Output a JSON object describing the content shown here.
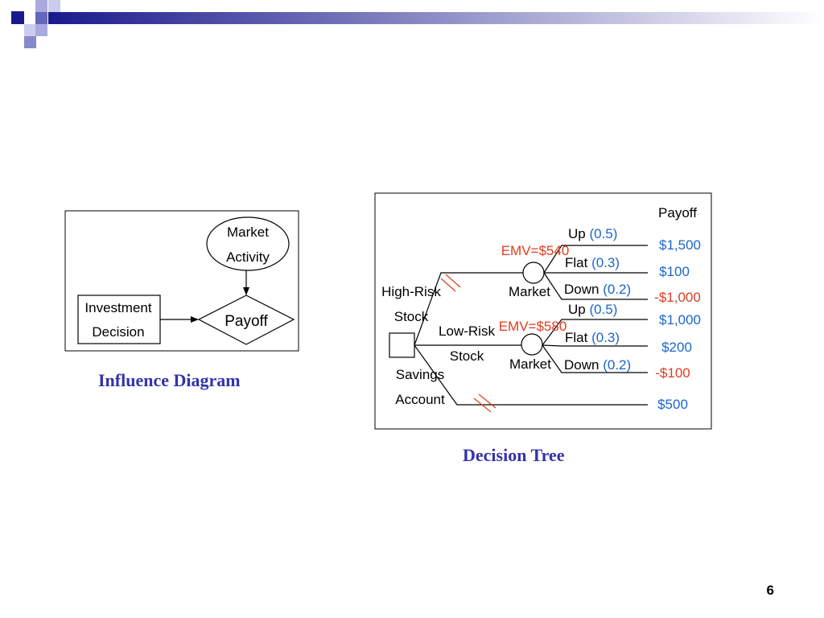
{
  "colors": {
    "header_dark": "#1a1a8c",
    "header_mid": "#6666bb",
    "header_light": "#aaaadd",
    "caption": "#3333aa",
    "probability": "#1a66cc",
    "emv": "#e03c1e",
    "payoff_positive": "#1a66cc",
    "payoff_negative": "#e03c1e"
  },
  "influence_diagram": {
    "caption": "Influence Diagram",
    "chance_node": [
      "Market",
      "Activity"
    ],
    "decision_node": [
      "Investment",
      "Decision"
    ],
    "value_node": "Payoff"
  },
  "decision_tree": {
    "caption": "Decision Tree",
    "payoff_header": "Payoff",
    "alternatives": {
      "high_risk": [
        "High-Risk",
        "Stock"
      ],
      "low_risk": [
        "Low-Risk",
        "Stock"
      ],
      "savings": [
        "Savings",
        "Account"
      ]
    },
    "market_label": "Market",
    "high_risk_branch": {
      "emv": "EMV=$540",
      "outcomes": [
        {
          "state": "Up",
          "prob": "(0.5)",
          "payoff": "$1,500",
          "sign": "positive"
        },
        {
          "state": "Flat",
          "prob": "(0.3)",
          "payoff": "$100",
          "sign": "positive"
        },
        {
          "state": "Down",
          "prob": "(0.2)",
          "payoff": "-$1,000",
          "sign": "negative"
        }
      ]
    },
    "low_risk_branch": {
      "emv": "EMV=$580",
      "outcomes": [
        {
          "state": "Up",
          "prob": "(0.5)",
          "payoff": "$1,000",
          "sign": "positive"
        },
        {
          "state": "Flat",
          "prob": "(0.3)",
          "payoff": "$200",
          "sign": "positive"
        },
        {
          "state": "Down",
          "prob": "(0.2)",
          "payoff": "-$100",
          "sign": "negative"
        }
      ]
    },
    "savings_payoff": "$500"
  },
  "page_number": "6"
}
